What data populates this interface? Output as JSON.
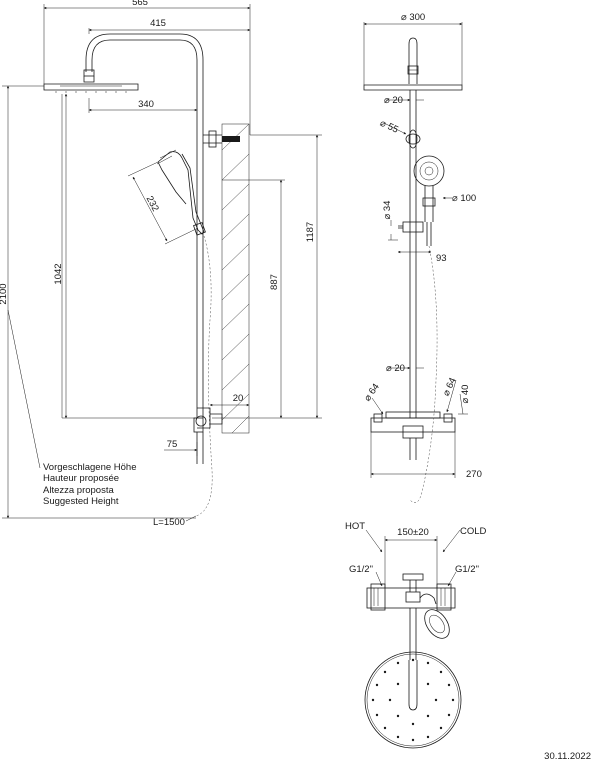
{
  "side_view": {
    "dim_565": "565",
    "dim_415": "415",
    "dim_340": "340",
    "dim_232": "232",
    "dim_1187": "1187",
    "dim_1042": "1042",
    "dim_887": "887",
    "dim_2100": "2100",
    "dim_20": "20",
    "dim_75": "75",
    "hose_length": "L=1500"
  },
  "suggested_height": {
    "de": "Vorgeschlagene Höhe",
    "fr": "Hauteur proposée",
    "it": "Altezza proposta",
    "en": "Suggested Height"
  },
  "front_view": {
    "dim_head_dia": "⌀ 300",
    "dim_arm_dia": "⌀ 20",
    "dim_bracket_dia": "⌀ 55",
    "dim_hand_dia": "⌀ 100",
    "dim_holder_dia": "⌀ 34",
    "dim_93": "93",
    "dim_rail_dia": "⌀ 20",
    "dim_left_knob": "⌀ 64",
    "dim_right_knob": "⌀ 64",
    "dim_spout": "⌀ 40",
    "dim_270": "270"
  },
  "top_view": {
    "hot_label": "HOT",
    "cold_label": "COLD",
    "spacing": "150±20",
    "thread_left": "G1/2\"",
    "thread_right": "G1/2\""
  },
  "footer": {
    "date": "30.11.2022"
  }
}
